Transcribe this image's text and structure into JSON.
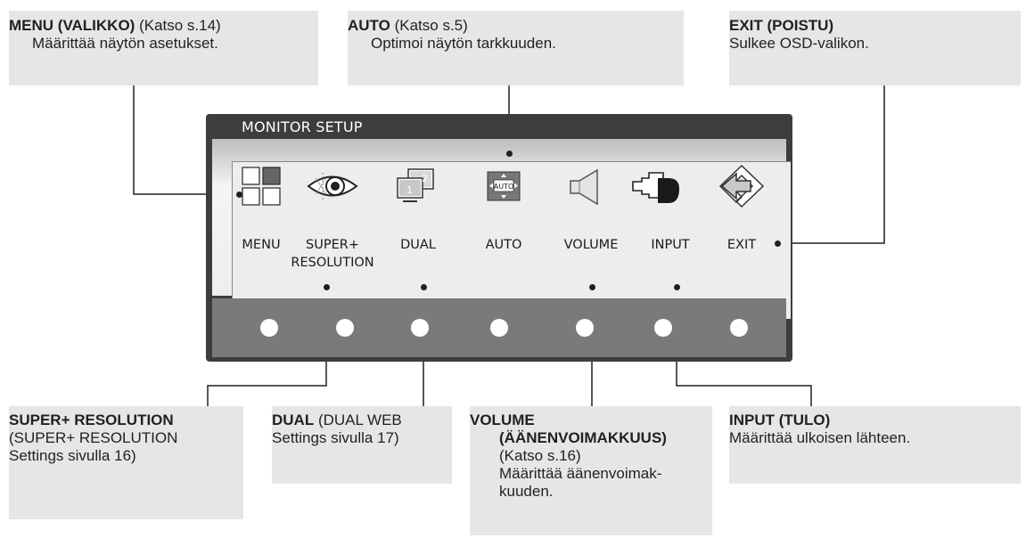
{
  "callouts": {
    "menu": {
      "title": "MENU (VALIKKO)",
      "ref": " (Katso s.14)",
      "lines": [
        "Määrittää näytön asetukset."
      ]
    },
    "auto": {
      "title": "AUTO",
      "ref": " (Katso s.5)",
      "lines": [
        "Optimoi näytön tarkkuuden."
      ]
    },
    "exit": {
      "title": "EXIT (POISTU)",
      "lines": [
        "Sulkee OSD-valikon."
      ]
    },
    "super": {
      "title": "SUPER+ RESOLUTION",
      "lines": [
        "(SUPER+ RESOLUTION",
        "Settings sivulla 16)"
      ]
    },
    "dual": {
      "title": "DUAL",
      "ref": " (DUAL WEB",
      "lines": [
        "Settings sivulla 17)"
      ]
    },
    "volume": {
      "title": "VOLUME",
      "title2": "(ÄÄNENVOIMAKKUUS)",
      "lines": [
        "(Katso s.16)",
        "Määrittää äänenvoimak-",
        "kuuden."
      ]
    },
    "input": {
      "title": "INPUT (TULO)",
      "lines": [
        "Määrittää ulkoisen lähteen."
      ]
    }
  },
  "monitor": {
    "title": "MONITOR SETUP",
    "items": [
      {
        "label": "MENU",
        "icon": "grid-icon"
      },
      {
        "label": "SUPER+\nRESOLUTION",
        "icon": "eye-icon"
      },
      {
        "label": "DUAL",
        "icon": "dual-screen-icon"
      },
      {
        "label": "AUTO",
        "icon": "auto-adjust-icon"
      },
      {
        "label": "VOLUME",
        "icon": "speaker-icon"
      },
      {
        "label": "INPUT",
        "icon": "input-plug-icon"
      },
      {
        "label": "EXIT",
        "icon": "exit-arrow-icon"
      }
    ],
    "auto_icon_text": "AUTO",
    "dual_icon_num1": "1",
    "dual_icon_num2": "2"
  }
}
